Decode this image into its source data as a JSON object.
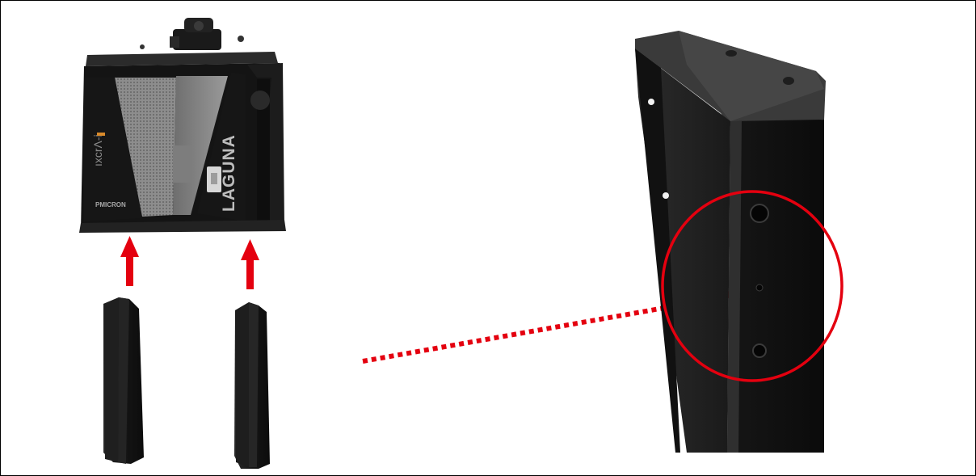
{
  "figure": {
    "collector": {
      "brand_vertical": "LAGUNA",
      "product_vertical": "ıxcrΛ-i",
      "badge": "PMICRON"
    },
    "colors": {
      "arrow": "#e4000f",
      "callout_circle": "#e4000f",
      "metal": "#1b1b1b",
      "filter_mesh": "#9a9a9a",
      "brand_text": "#bdbdbd",
      "accent_orange": "#d98a2b"
    },
    "icons": [
      "up-arrow-icon",
      "up-arrow-icon",
      "dotted-arrow-icon",
      "callout-circle-icon"
    ]
  }
}
